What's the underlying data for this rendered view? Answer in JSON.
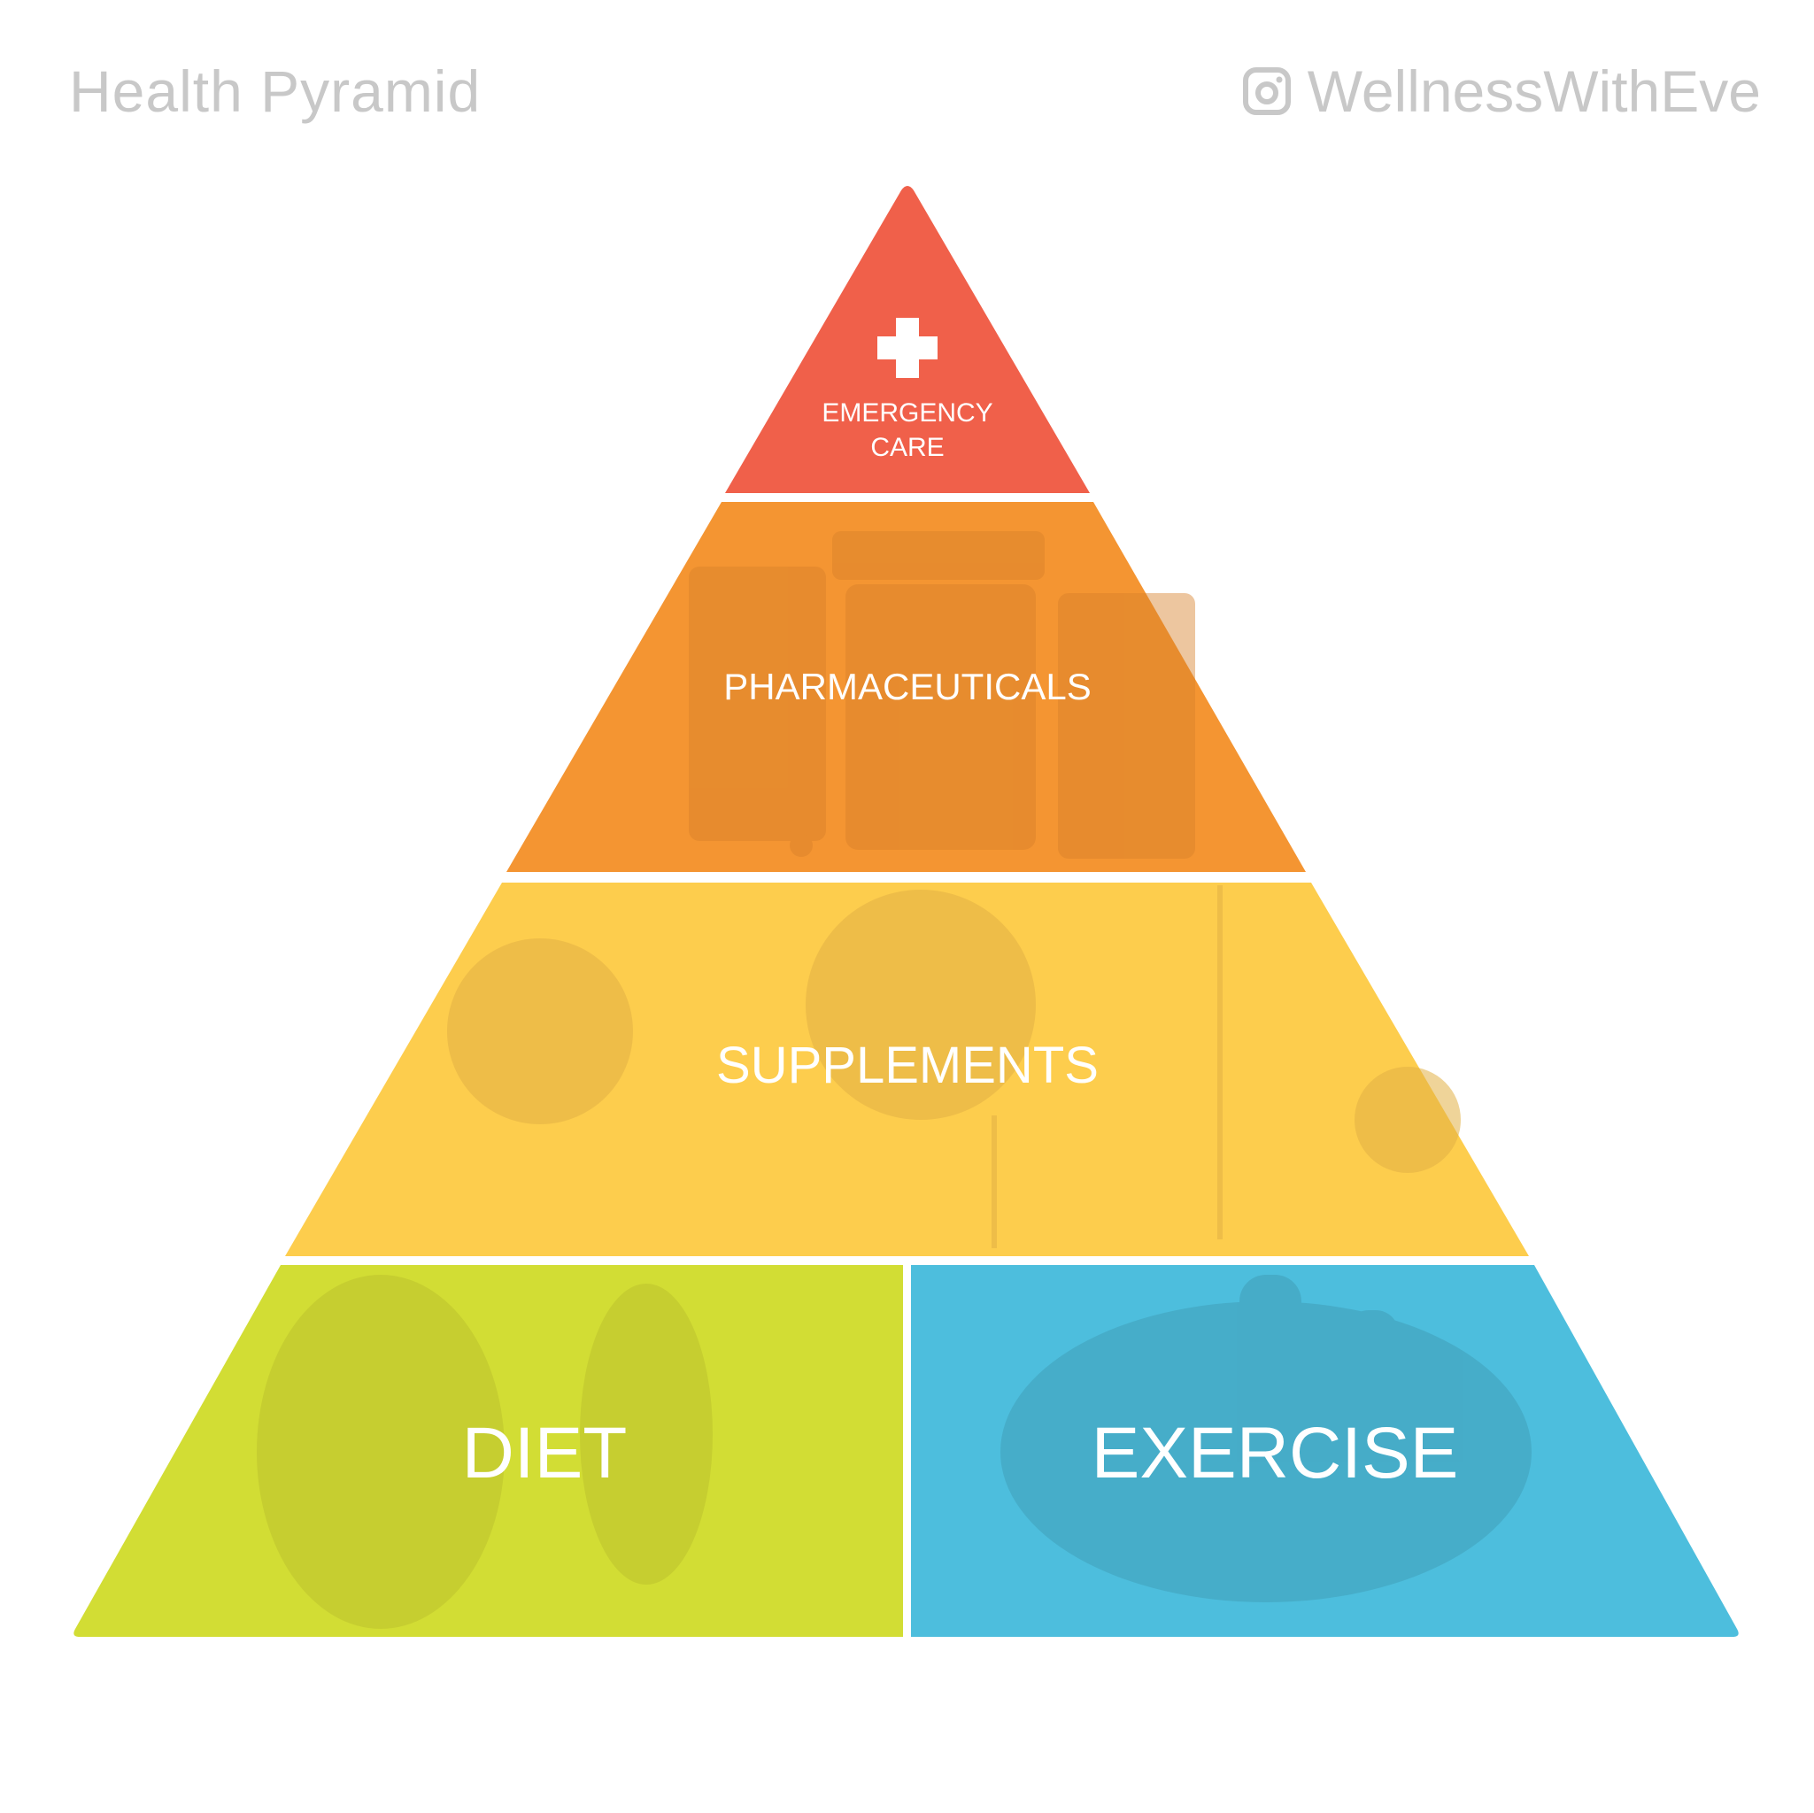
{
  "header": {
    "title": "Health Pyramid",
    "handle": "WellnessWithEve",
    "handle_icon": "instagram-icon"
  },
  "tiers": [
    {
      "id": "emergency",
      "label_lines": [
        "EMERGENCY",
        "CARE"
      ],
      "color": "#f0604a",
      "icon": "cross-icon"
    },
    {
      "id": "pharmaceuticals",
      "label": "PHARMACEUTICALS",
      "color": "#f49532"
    },
    {
      "id": "supplements",
      "label": "SUPPLEMENTS",
      "color": "#fdcd4d"
    },
    {
      "id": "diet",
      "label": "DIET",
      "color": "#d2dd34"
    },
    {
      "id": "exercise",
      "label": "EXERCISE",
      "color": "#4dbedd"
    }
  ]
}
